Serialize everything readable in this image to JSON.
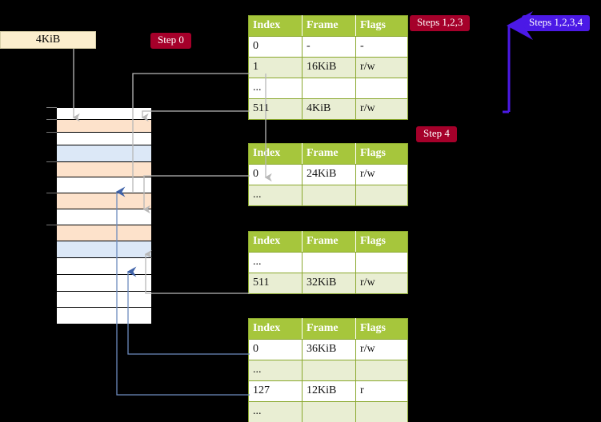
{
  "diagram": {
    "title_badges": {
      "step0": "Step 0",
      "steps123": "Steps 1,2,3",
      "steps1234": "Steps 1,2,3,4",
      "step4": "Step 4"
    },
    "size_box": {
      "label": "4KiB"
    },
    "colors": {
      "background": "#000000",
      "table_header": "#a6c63c",
      "table_alt_row": "#e9eed3",
      "highlight_cell": "#fbf7a5",
      "badge_red": "#a5002a",
      "badge_blue": "#4b19e6",
      "size_box_fill": "#fbeecd",
      "memory_peach": "#fde2cb",
      "memory_blue": "#dce8f7",
      "wire_grey": "#b8b8b8",
      "wire_blue": "#6d8bbe"
    },
    "memory_column": {
      "rows": [
        {
          "fill": "white",
          "height": 16,
          "tick": true
        },
        {
          "fill": "peach",
          "height": 17,
          "tick": true
        },
        {
          "fill": "white",
          "height": 17,
          "tick": true
        },
        {
          "fill": "blue",
          "height": 22,
          "tick": false
        },
        {
          "fill": "peach",
          "height": 20,
          "tick": true
        },
        {
          "fill": "white",
          "height": 21,
          "tick": false
        },
        {
          "fill": "peach",
          "height": 21,
          "tick": true
        },
        {
          "fill": "white",
          "height": 21,
          "tick": false
        },
        {
          "fill": "peach",
          "height": 21,
          "tick": true
        },
        {
          "fill": "blue",
          "height": 22,
          "tick": false
        },
        {
          "fill": "white",
          "height": 22,
          "tick": false
        },
        {
          "fill": "white",
          "height": 22,
          "tick": false
        },
        {
          "fill": "white",
          "height": 21,
          "tick": false
        },
        {
          "fill": "white",
          "height": 22,
          "tick": false
        }
      ]
    },
    "tables": [
      {
        "name": "pml4-table",
        "headers": [
          "Index",
          "Frame",
          "Flags"
        ],
        "rows": [
          {
            "cells": [
              "0",
              "-",
              "-"
            ],
            "alt": false,
            "highlight": false
          },
          {
            "cells": [
              "1",
              "16KiB",
              "r/w"
            ],
            "alt": true,
            "highlight": false
          },
          {
            "cells": [
              "...",
              "",
              ""
            ],
            "alt": false,
            "highlight": false
          },
          {
            "cells": [
              "511",
              "4KiB",
              "r/w"
            ],
            "alt": true,
            "highlight": true
          }
        ]
      },
      {
        "name": "pdpt-table",
        "headers": [
          "Index",
          "Frame",
          "Flags"
        ],
        "rows": [
          {
            "cells": [
              "0",
              "24KiB",
              "r/w"
            ],
            "alt": false,
            "highlight": false
          },
          {
            "cells": [
              "...",
              "",
              ""
            ],
            "alt": true,
            "highlight": false
          }
        ]
      },
      {
        "name": "pd-table",
        "headers": [
          "Index",
          "Frame",
          "Flags"
        ],
        "rows": [
          {
            "cells": [
              "...",
              "",
              ""
            ],
            "alt": false,
            "highlight": false
          },
          {
            "cells": [
              "511",
              "32KiB",
              "r/w"
            ],
            "alt": true,
            "highlight": false
          }
        ]
      },
      {
        "name": "pt-table",
        "headers": [
          "Index",
          "Frame",
          "Flags"
        ],
        "rows": [
          {
            "cells": [
              "0",
              "36KiB",
              "r/w"
            ],
            "alt": false,
            "highlight": false
          },
          {
            "cells": [
              "...",
              "",
              ""
            ],
            "alt": true,
            "highlight": false
          },
          {
            "cells": [
              "127",
              "12KiB",
              "r"
            ],
            "alt": false,
            "highlight": false
          },
          {
            "cells": [
              "...",
              "",
              ""
            ],
            "alt": true,
            "highlight": false
          }
        ]
      }
    ]
  }
}
